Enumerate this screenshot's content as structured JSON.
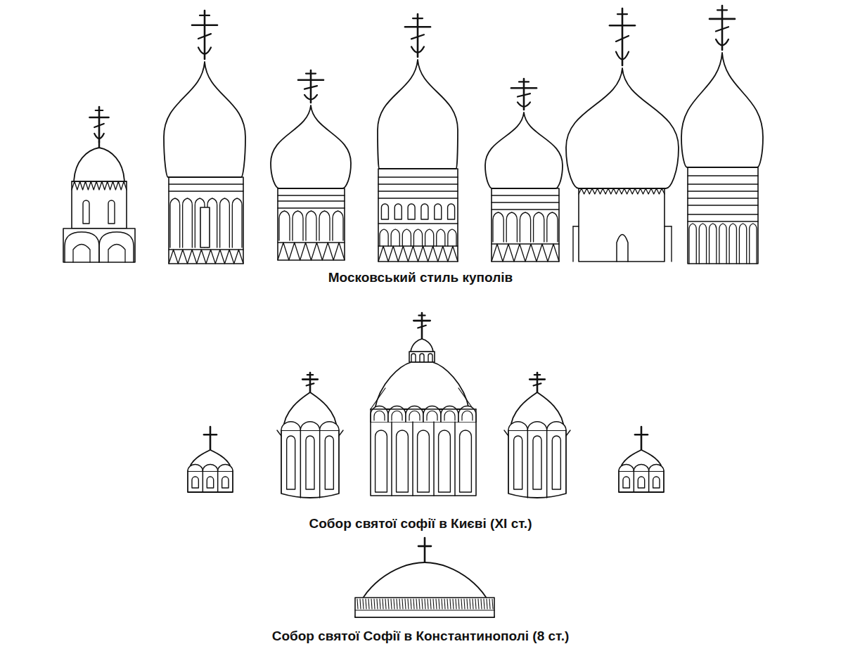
{
  "diagram": {
    "labels": [
      "Московський стиль куполів",
      "Собор святої софії в Києві (XI ст.)",
      "Собор святої Софії в Константинополі (8 ст.)"
    ]
  }
}
